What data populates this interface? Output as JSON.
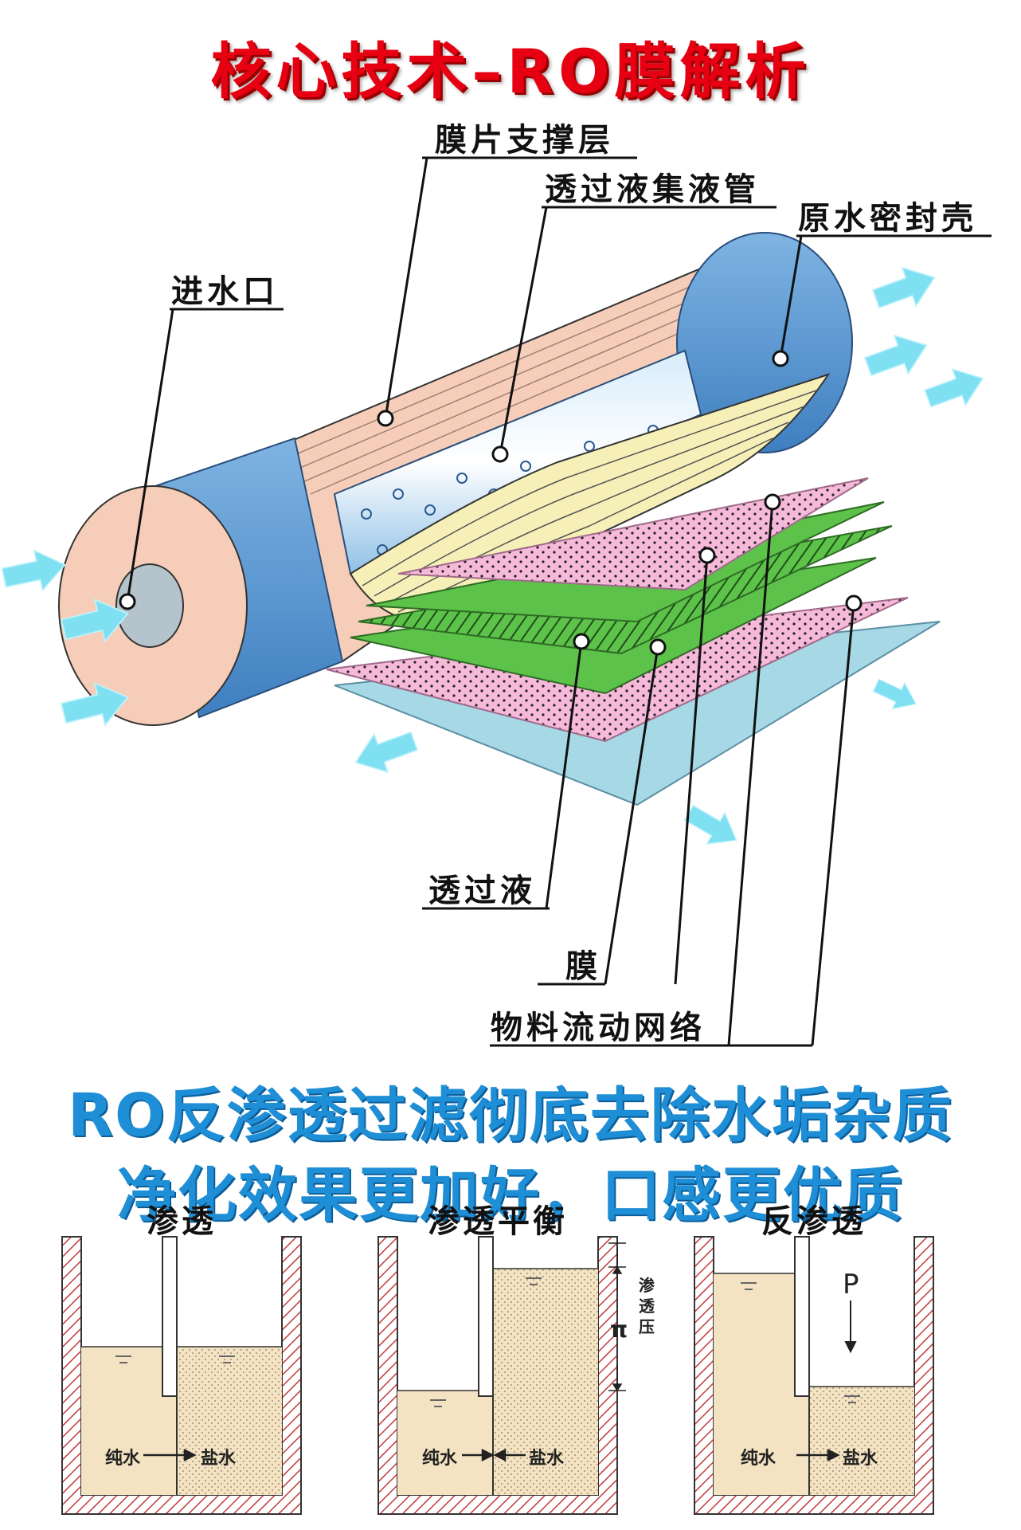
{
  "title": "核心技术–RO膜解析",
  "labels": {
    "support_layer": "膜片支撑层",
    "collector_tube": "透过液集液管",
    "seal_shell": "原水密封壳",
    "inlet": "进水口",
    "permeate": "透过液",
    "membrane": "膜",
    "flow_mesh": "物料流动网络"
  },
  "slogan": {
    "line1": "RO反渗透过滤彻底去除水垢杂质",
    "line2": "净化效果更加好，口感更优质"
  },
  "panels": [
    {
      "title": "渗透",
      "pure": "纯水",
      "salt": "盐水"
    },
    {
      "title": "渗透平衡",
      "pure": "纯水",
      "salt": "盐水",
      "pi": "π",
      "pressure": "渗透压"
    },
    {
      "title": "反渗透",
      "pure": "纯水",
      "salt": "盐水",
      "p": "P"
    }
  ],
  "colors": {
    "title": "#e60012",
    "slogan": "#1e8fd6",
    "shell": "#5b9bd5",
    "support": "#f6cdb8",
    "membrane_green": "#5dc24a",
    "spacer_pink": "#f6b9da",
    "permeate_blue": "#a6d8e6",
    "arrow": "#7fe0f2"
  }
}
